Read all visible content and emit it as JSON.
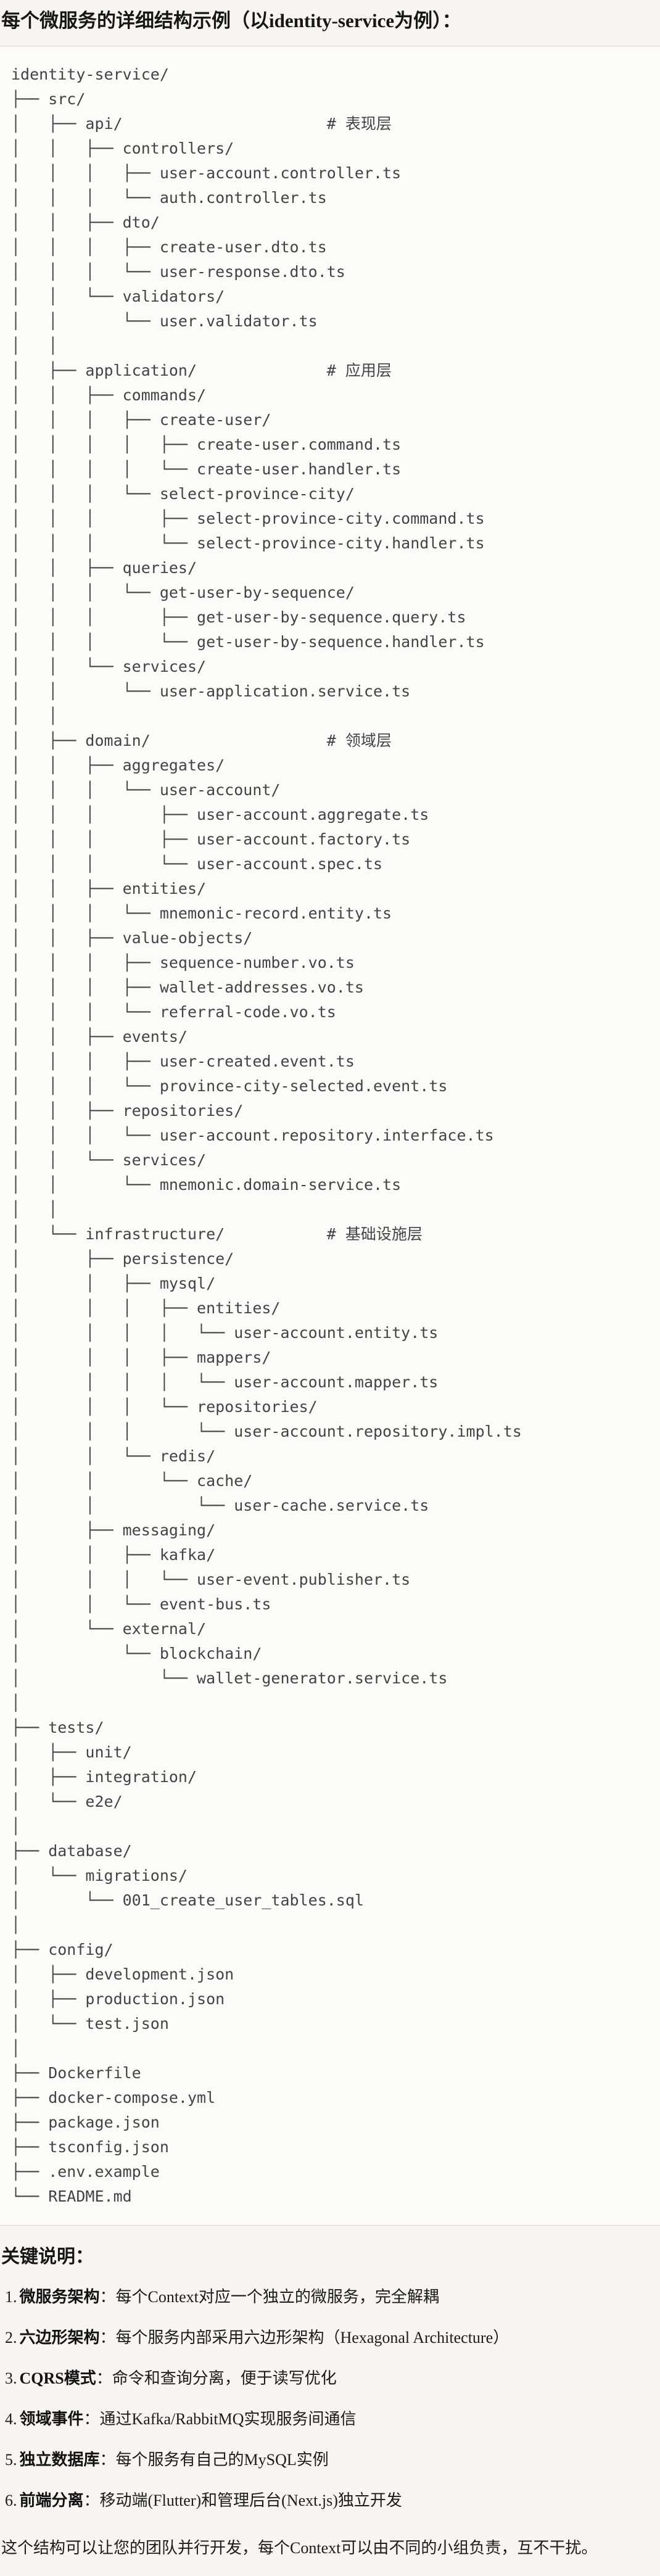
{
  "header": {
    "title": "每个微服务的详细结构示例（以identity-service为例）："
  },
  "tree": {
    "lines": [
      "identity-service/",
      "├── src/",
      "│   ├── api/                      # 表现层",
      "│   │   ├── controllers/",
      "│   │   │   ├── user-account.controller.ts",
      "│   │   │   └── auth.controller.ts",
      "│   │   ├── dto/",
      "│   │   │   ├── create-user.dto.ts",
      "│   │   │   └── user-response.dto.ts",
      "│   │   └── validators/",
      "│   │       └── user.validator.ts",
      "│   │",
      "│   ├── application/              # 应用层",
      "│   │   ├── commands/",
      "│   │   │   ├── create-user/",
      "│   │   │   │   ├── create-user.command.ts",
      "│   │   │   │   └── create-user.handler.ts",
      "│   │   │   └── select-province-city/",
      "│   │   │       ├── select-province-city.command.ts",
      "│   │   │       └── select-province-city.handler.ts",
      "│   │   ├── queries/",
      "│   │   │   └── get-user-by-sequence/",
      "│   │   │       ├── get-user-by-sequence.query.ts",
      "│   │   │       └── get-user-by-sequence.handler.ts",
      "│   │   └── services/",
      "│   │       └── user-application.service.ts",
      "│   │",
      "│   ├── domain/                   # 领域层",
      "│   │   ├── aggregates/",
      "│   │   │   └── user-account/",
      "│   │   │       ├── user-account.aggregate.ts",
      "│   │   │       ├── user-account.factory.ts",
      "│   │   │       └── user-account.spec.ts",
      "│   │   ├── entities/",
      "│   │   │   └── mnemonic-record.entity.ts",
      "│   │   ├── value-objects/",
      "│   │   │   ├── sequence-number.vo.ts",
      "│   │   │   ├── wallet-addresses.vo.ts",
      "│   │   │   └── referral-code.vo.ts",
      "│   │   ├── events/",
      "│   │   │   ├── user-created.event.ts",
      "│   │   │   └── province-city-selected.event.ts",
      "│   │   ├── repositories/",
      "│   │   │   └── user-account.repository.interface.ts",
      "│   │   └── services/",
      "│   │       └── mnemonic.domain-service.ts",
      "│   │",
      "│   └── infrastructure/           # 基础设施层",
      "│       ├── persistence/",
      "│       │   ├── mysql/",
      "│       │   │   ├── entities/",
      "│       │   │   │   └── user-account.entity.ts",
      "│       │   │   ├── mappers/",
      "│       │   │   │   └── user-account.mapper.ts",
      "│       │   │   └── repositories/",
      "│       │   │       └── user-account.repository.impl.ts",
      "│       │   └── redis/",
      "│       │       └── cache/",
      "│       │           └── user-cache.service.ts",
      "│       ├── messaging/",
      "│       │   ├── kafka/",
      "│       │   │   └── user-event.publisher.ts",
      "│       │   └── event-bus.ts",
      "│       └── external/",
      "│           └── blockchain/",
      "│               └── wallet-generator.service.ts",
      "│",
      "├── tests/",
      "│   ├── unit/",
      "│   ├── integration/",
      "│   └── e2e/",
      "│",
      "├── database/",
      "│   └── migrations/",
      "│       └── 001_create_user_tables.sql",
      "│",
      "├── config/",
      "│   ├── development.json",
      "│   ├── production.json",
      "│   └── test.json",
      "│",
      "├── Dockerfile",
      "├── docker-compose.yml",
      "├── package.json",
      "├── tsconfig.json",
      "├── .env.example",
      "└── README.md"
    ]
  },
  "notes": {
    "heading": "关键说明：",
    "items": [
      {
        "num": "1.",
        "term": "微服务架构",
        "desc": "：每个Context对应一个独立的微服务，完全解耦"
      },
      {
        "num": "2.",
        "term": "六边形架构",
        "desc": "：每个服务内部采用六边形架构（Hexagonal Architecture）"
      },
      {
        "num": "3.",
        "term": "CQRS模式",
        "desc": "：命令和查询分离，便于读写优化"
      },
      {
        "num": "4.",
        "term": "领域事件",
        "desc": "：通过Kafka/RabbitMQ实现服务间通信"
      },
      {
        "num": "5.",
        "term": "独立数据库",
        "desc": "：每个服务有自己的MySQL实例"
      },
      {
        "num": "6.",
        "term": "前端分离",
        "desc": "：移动端(Flutter)和管理后台(Next.js)独立开发"
      }
    ],
    "footer": "这个结构可以让您的团队并行开发，每个Context可以由不同的小组负责，互不干扰。"
  }
}
